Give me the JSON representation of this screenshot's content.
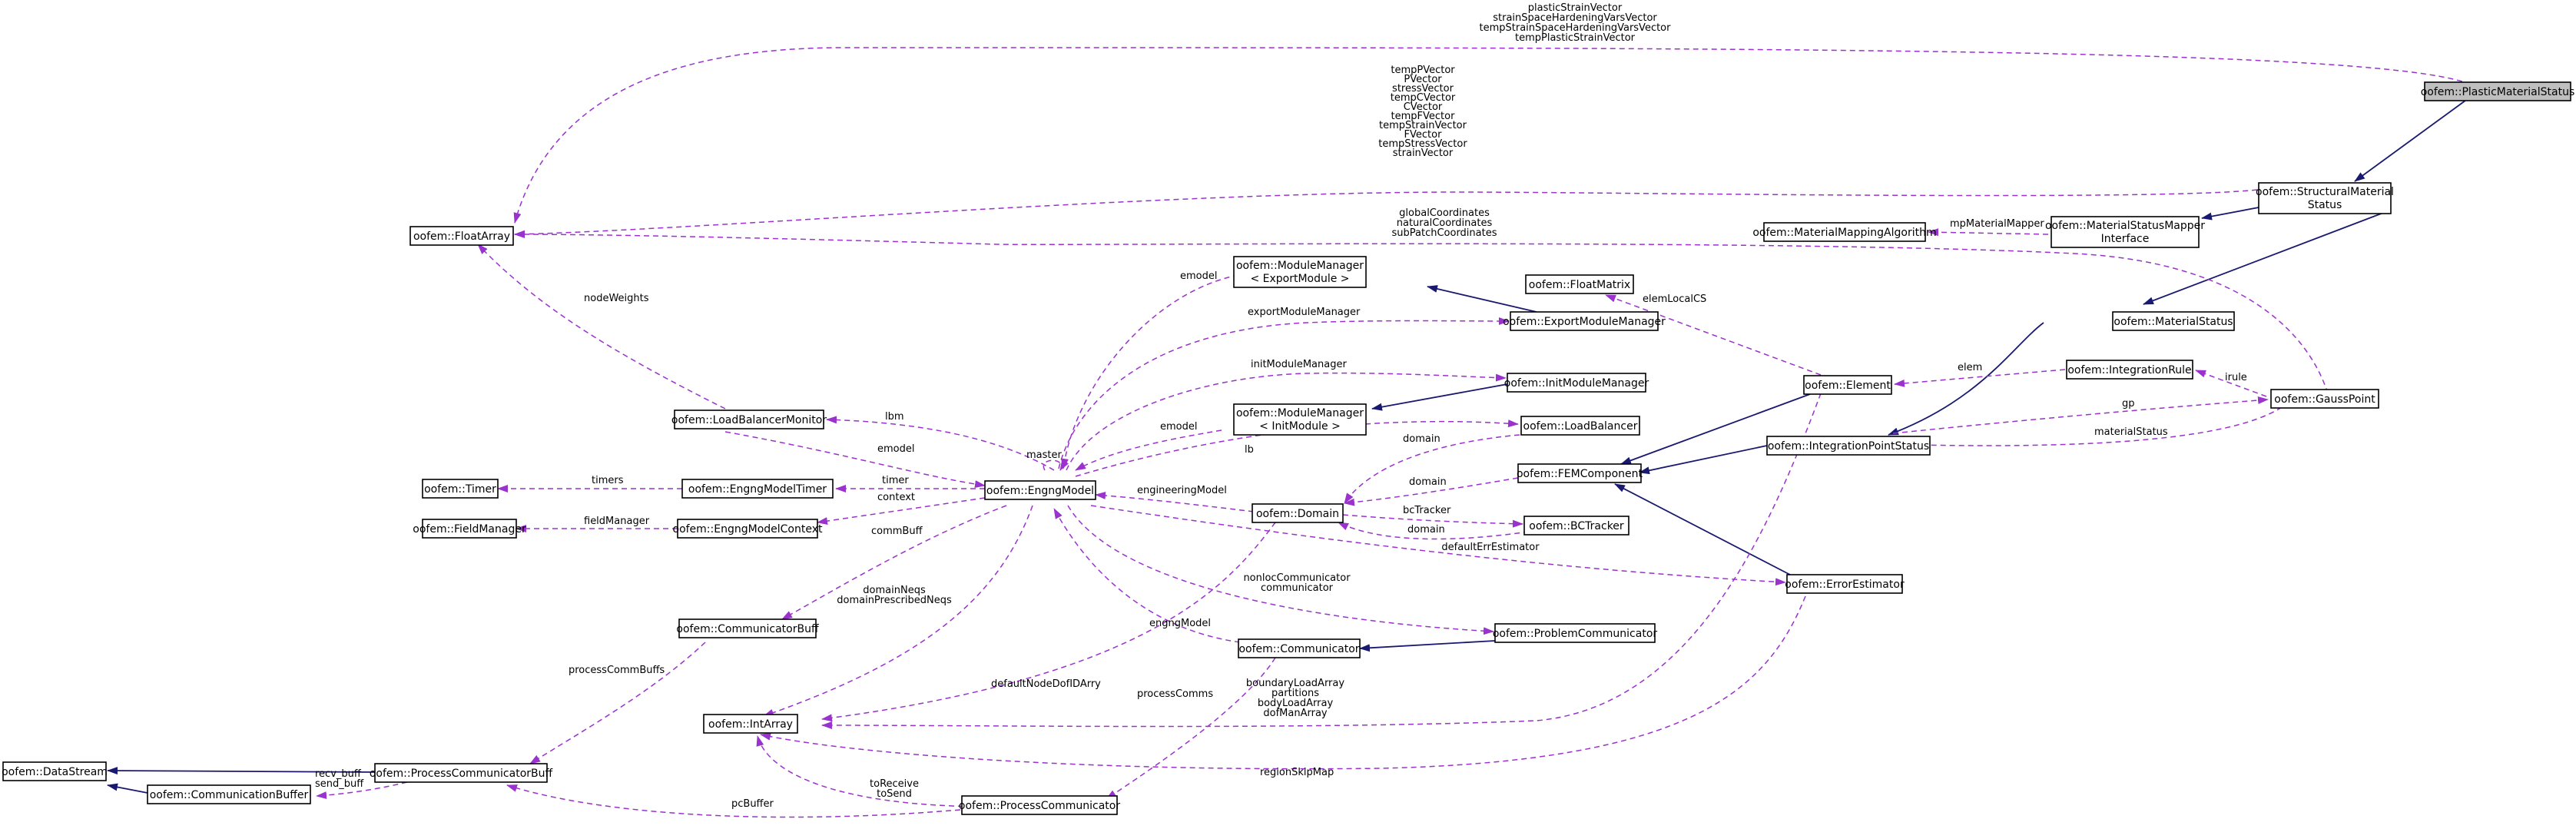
{
  "nodes": {
    "plasticMaterialStatus": "oofem::PlasticMaterialStatus",
    "structuralMaterialStatus": [
      "oofem::StructuralMaterial",
      "Status"
    ],
    "floatArray": "oofem::FloatArray",
    "materialMappingAlgorithm": "oofem::MaterialMappingAlgorithm",
    "materialStatusMapperInterface": [
      "oofem::MaterialStatusMapper",
      "Interface"
    ],
    "materialStatus": "oofem::MaterialStatus",
    "moduleManagerExport": [
      "oofem::ModuleManager",
      "< ExportModule >"
    ],
    "exportModuleManager": "oofem::ExportModuleManager",
    "floatMatrix": "oofem::FloatMatrix",
    "integrationRule": "oofem::IntegrationRule",
    "element": "oofem::Element",
    "gaussPoint": "oofem::GaussPoint",
    "initModuleManager": "oofem::InitModuleManager",
    "moduleManagerInit": [
      "oofem::ModuleManager",
      "< InitModule >"
    ],
    "loadBalancerMonitor": "oofem::LoadBalancerMonitor",
    "loadBalancer": "oofem::LoadBalancer",
    "integrationPointStatus": "oofem::IntegrationPointStatus",
    "timer": "oofem::Timer",
    "engngModelTimer": "oofem::EngngModelTimer",
    "engngModel": "oofem::EngngModel",
    "femComponent": "oofem::FEMComponent",
    "fieldManager": "oofem::FieldManager",
    "engngModelContext": "oofem::EngngModelContext",
    "domain": "oofem::Domain",
    "bcTracker": "oofem::BCTracker",
    "errorEstimator": "oofem::ErrorEstimator",
    "communicatorBuff": "oofem::CommunicatorBuff",
    "problemCommunicator": "oofem::ProblemCommunicator",
    "communicator": "oofem::Communicator",
    "intArray": "oofem::IntArray",
    "dataStream": "oofem::DataStream",
    "processCommunicatorBuff": "oofem::ProcessCommunicatorBuff",
    "communicationBuffer": "oofem::CommunicationBuffer",
    "processCommunicator": "oofem::ProcessCommunicator"
  },
  "labels": {
    "plasticVectors": [
      "plasticStrainVector",
      "strainSpaceHardeningVarsVector",
      "tempStrainSpaceHardeningVarsVector",
      "tempPlasticStrainVector"
    ],
    "structVectors": [
      "tempPVector",
      "PVector",
      "stressVector",
      "tempCVector",
      "CVector",
      "tempFVector",
      "tempStrainVector",
      "FVector",
      "tempStressVector",
      "strainVector"
    ],
    "gpCoords": [
      "globalCoordinates",
      "naturalCoordinates",
      "subPatchCoordinates"
    ],
    "nodeWeights": "nodeWeights",
    "mpMaterialMapper": "mpMaterialMapper",
    "emodelExport": "emodel",
    "exportModuleManager": "exportModuleManager",
    "elemLocalCS": "elemLocalCS",
    "initModuleManager": "initModuleManager",
    "elem": "elem",
    "irule": "irule",
    "lbm": "lbm",
    "master": "master",
    "emodelInit": "emodel",
    "gp": "gp",
    "materialStatus": "materialStatus",
    "emodelLbm": "emodel",
    "lb": "lb",
    "domainLb": "domain",
    "timers": "timers",
    "timer": "timer",
    "domainFem": "domain",
    "context": "context",
    "fieldManager": "fieldManager",
    "engineeringModel": "engineeringModel",
    "bcTracker": "bcTracker",
    "domainBc": "domain",
    "commBuff": "commBuff",
    "defaultErrEstimator": "defaultErrEstimator",
    "domainNeqs": [
      "domainNeqs",
      "domainPrescribedNeqs"
    ],
    "nonlocCommunicator": [
      "nonlocCommunicator",
      "communicator"
    ],
    "engngModel": "engngModel",
    "processCommBuffs": "processCommBuffs",
    "defaultNodeDofIDArry": "defaultNodeDofIDArry",
    "processComms": "processComms",
    "boundaryLoad": [
      "boundaryLoadArray",
      "partitions",
      "bodyLoadArray",
      "dofManArray"
    ],
    "regionSkipMap": "regionSkipMap",
    "recvSend": [
      "recv_buff",
      "send_buff"
    ],
    "toReceive": [
      "toReceive",
      "toSend"
    ],
    "pcBuffer": "pcBuffer"
  },
  "colors": {
    "usage": "#9a32cd",
    "inheritance": "#191970",
    "rootFill": "#bfbfbf"
  }
}
